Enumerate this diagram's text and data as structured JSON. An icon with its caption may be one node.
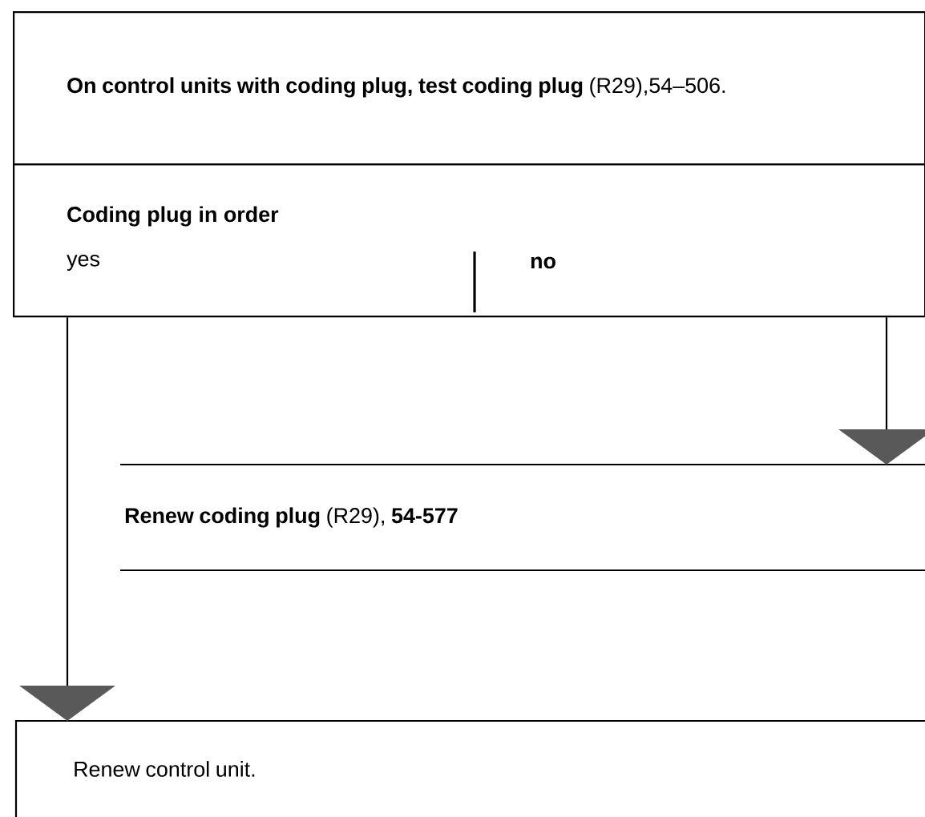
{
  "diagram": {
    "nodes": [
      {
        "text": [
          "**On control units with coding plug, test coding plug** (R29),54–506."
        ]
      },
      {
        "text": [
          "Coding plug in order",
          "yes",
          "no"
        ]
      },
      {
        "text": [
          "**Renew coding plug** (R29), **54-577**"
        ]
      },
      {
        "text": [
          "Renew control unit."
        ]
      }
    ],
    "edges": [
      {
        "from": 1,
        "to": 2,
        "arrow": "to"
      },
      {
        "from": 1,
        "to": 3,
        "arrow": "to"
      }
    ]
  }
}
